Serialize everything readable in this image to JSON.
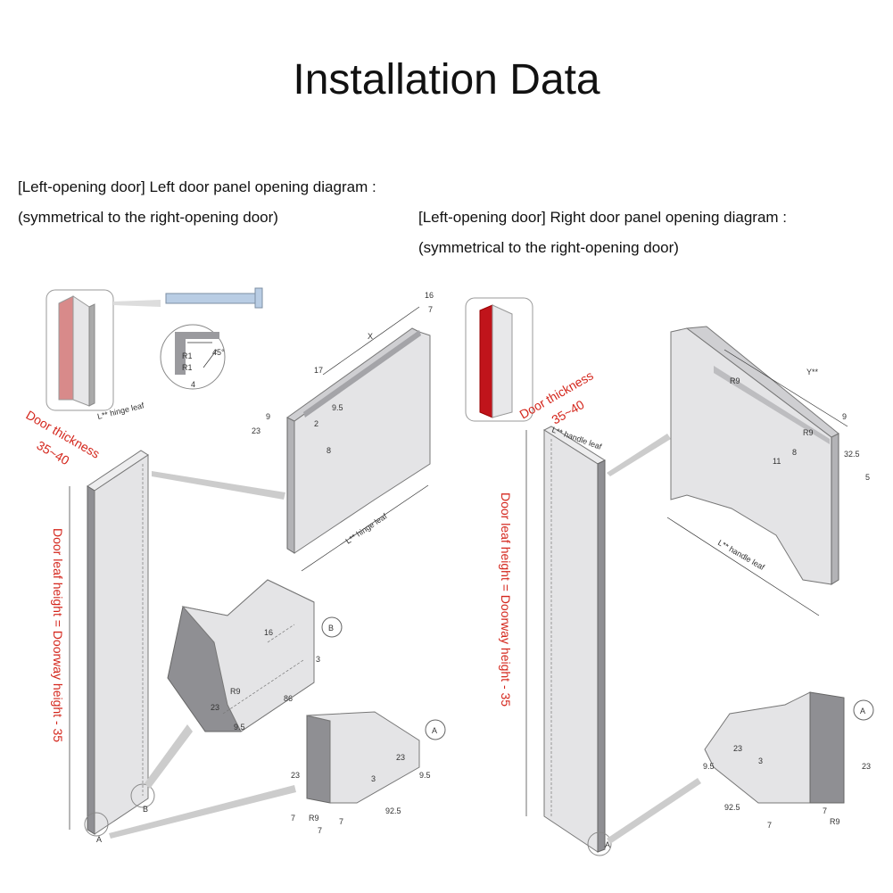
{
  "title": "Installation Data",
  "captions": {
    "left_line1": "[Left-opening door] Left door panel opening diagram :",
    "left_line2": "(symmetrical to the right-opening door)",
    "right_line1": "[Left-opening door] Right door panel opening diagram :",
    "right_line2": "(symmetrical to the right-opening door)"
  },
  "left_diagram": {
    "door_thickness": "Door thickness",
    "thickness_range": "35~40",
    "leaf_height": "Door leaf height = Doorway height - 35",
    "hinge_leaf_small": "L** hinge leaf",
    "hinge_leaf_large": "L** hinge leaf",
    "dims": {
      "x": "X",
      "d16": "16",
      "d7": "7",
      "d17": "17",
      "d9": "9",
      "d23": "23",
      "d9_5": "9.5",
      "d2": "2",
      "d8": "8",
      "r1a": "R1",
      "r1b": "R1",
      "a45": "45°",
      "d4": "4",
      "b16": "16",
      "b3": "3",
      "bR9": "R9",
      "b23": "23",
      "b86": "86",
      "b9_5": "9.5",
      "a23a": "23",
      "a3": "3",
      "a23b": "23",
      "a9_5": "9.5",
      "a7a": "7",
      "aR9": "R9",
      "a7b": "7",
      "a92_5": "92.5",
      "a7c": "7"
    },
    "marker_a": "A",
    "marker_b": "B"
  },
  "right_diagram": {
    "door_thickness": "Door thickness",
    "thickness_range": "35~40",
    "leaf_height": "Door leaf height = Doorway height - 35",
    "handle_leaf_small": "L** handle leaf",
    "handle_leaf_large": "L** handle leaf",
    "dims": {
      "y": "Y**",
      "r9a": "R9",
      "r9b": "R9",
      "d9": "9",
      "d11": "11",
      "d8": "8",
      "d32_5": "32.5",
      "d5": "5",
      "a23a": "23",
      "a9_5": "9.5",
      "a3": "3",
      "a23b": "23",
      "a92_5": "92.5",
      "a7a": "7",
      "a7b": "7",
      "aR9": "R9"
    },
    "marker_a": "A"
  }
}
